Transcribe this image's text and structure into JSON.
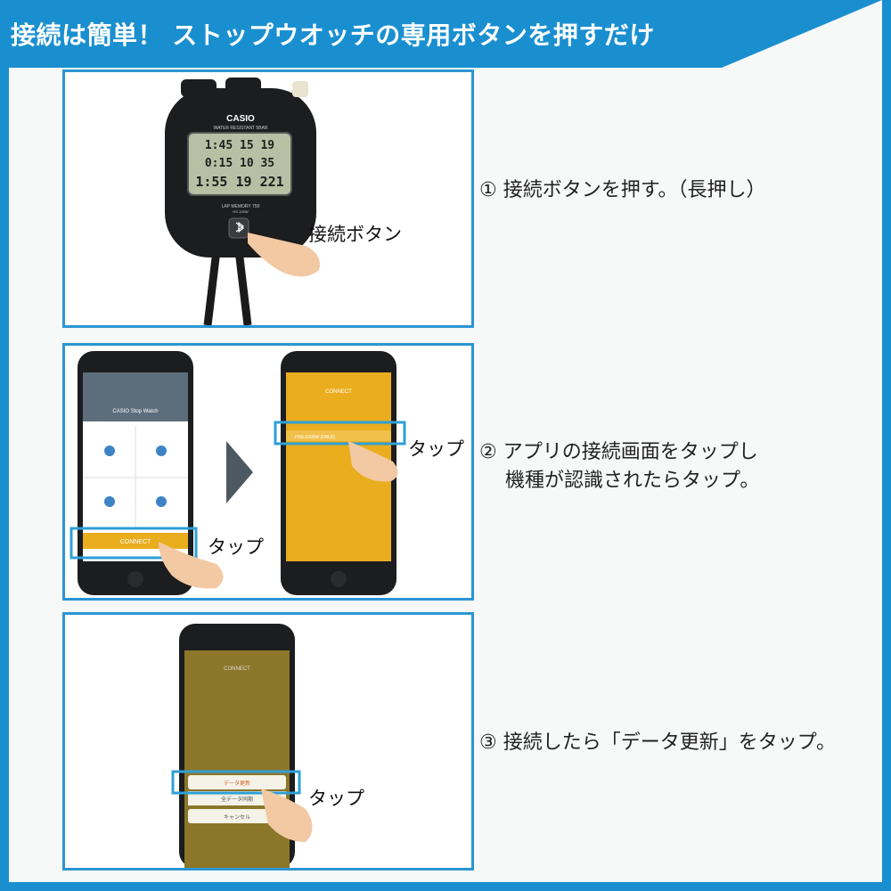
{
  "header": {
    "title": "接続は簡単！ ストップウオッチの専用ボタンを押すだけ"
  },
  "steps": [
    {
      "text": "① 接続ボタンを押す。（長押し）"
    },
    {
      "line1": "② アプリの接続画面をタップし",
      "line2": "　 機種が認識されたらタップ。"
    },
    {
      "text": "③ 接続したら「データ更新」をタップ。"
    }
  ],
  "callouts": {
    "connect_button": "接続ボタン",
    "tap": "タップ"
  },
  "stopwatch": {
    "brand": "CASIO",
    "water": "WATER RESISTANT 5BAR",
    "row1": "1:45 15 19",
    "row2": "0:15 10 35",
    "row3": "1:55 19 221",
    "memory": "LAP MEMORY 750",
    "model": "HS-100W"
  },
  "phone_home": {
    "app_name": "CASIO Stop Watch",
    "connect_label": "CONNECT"
  },
  "phone_connect": {
    "title": "CONNECT",
    "device": "HS6-1000W (DBLB)"
  },
  "phone_menu": {
    "title": "CONNECT",
    "update": "データ更新",
    "all_data": "全データ同期",
    "cancel": "キャンセル"
  },
  "colors": {
    "header": "#1a8fd0",
    "panel_border": "#2b95d3",
    "accent_orange": "#e9ad1e",
    "highlight": "#2f9fd6"
  }
}
